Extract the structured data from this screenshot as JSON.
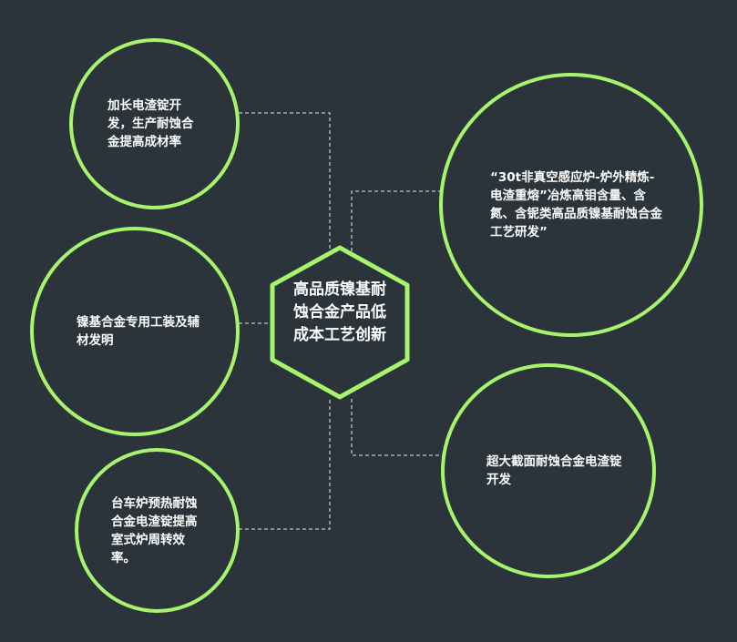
{
  "center": {
    "label": "高品质镍基耐蚀合金产品低成本工艺创新"
  },
  "nodes": {
    "top_left": "加长电渣锭开发，生产耐蚀合金提高成材率",
    "mid_left": "镍基合金专用工装及辅材发明",
    "bottom_left": "台车炉预热耐蚀合金电渣锭提高室式炉周转效率。",
    "top_right": "“30t非真空感应炉-炉外精炼-电渣重熔”冶炼高钼含量、含氮、含铌类高品质镍基耐蚀合金工艺研发”",
    "bottom_right": "超大截面耐蚀合金电渣锭开发"
  },
  "colors": {
    "background": "#2a343a",
    "accent": "#a6f36c",
    "text": "#ffffff",
    "connector": "#bfc5c8"
  }
}
